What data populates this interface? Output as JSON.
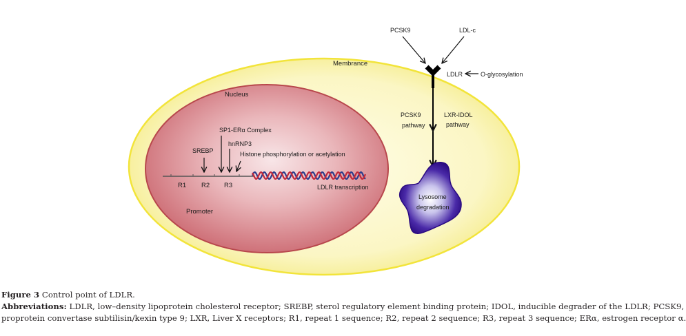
{
  "figure": {
    "labels": {
      "membrane": "Membrance",
      "nucleus": "Nucleus",
      "promoter": "Promoter",
      "pcsk9_top": "PCSK9",
      "ldlc": "LDL-c",
      "ldlr": "LDLR",
      "o_glyco": "O-glycosylation",
      "pcsk9_pathway_line1": "PCSK9",
      "pcsk9_pathway_line2": "pathway",
      "lxr_pathway_line1": "LXR-IDOL",
      "lxr_pathway_line2": "pathway",
      "lysosome_line1": "Lysosome",
      "lysosome_line2": "degradation",
      "srebp": "SREBP",
      "sp1": "SP1-ERα Complex",
      "hnrnp3": "hnRNP3",
      "histone": "Histone phosphorylation or acetylation",
      "r1": "R1",
      "r2": "R2",
      "r3": "R3",
      "transcription": "LDLR transcription"
    },
    "colors": {
      "membrane_fill": "#f7f0a0",
      "membrane_stroke": "#f2e43a",
      "nucleus_fill": "#d9868c",
      "nucleus_stroke": "#b8474c",
      "lysosome_fill": "#2a0a8a",
      "dna_red": "#c0283a",
      "dna_blue": "#2a3c8c"
    }
  },
  "caption": {
    "title_bold": "Figure 3",
    "title_text": " Control point of LDLR.",
    "abbr_bold": "Abbreviations:",
    "abbr_line1": " LDLR, low–density lipoprotein cholesterol receptor; SREBP, sterol regulatory element binding protein; IDOL, inducible degrader of the LDLR; PCSK9,",
    "abbr_line2": "proprotein convertase subtilisin/kexin type 9; LXR, Liver X receptors; R1, repeat 1 sequence; R2, repeat 2 sequence; R3, repeat 3 sequence; ERα, estrogen receptor α."
  }
}
